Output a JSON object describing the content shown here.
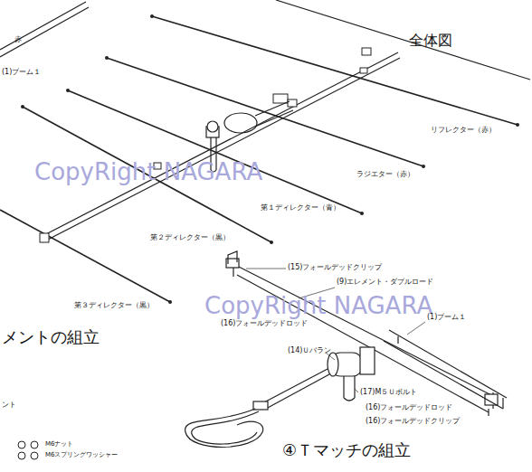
{
  "diagram": {
    "labels": [
      "赤",
      "(1)ブーム１",
      "全体図",
      "リフレクター（赤）",
      "CopyRight NAGARA",
      "ラジエター（赤）",
      "第１ディレクター（青）",
      "第２ディレクター（黒）",
      "第３ディレクター（黒）",
      "メントの組立",
      "(15)フォールデッドクリップ",
      "CopyRight NAGARA",
      "(9)エレメント・ダブルロード",
      "(16)フォールデッドロッド",
      "(1)ブーム１",
      "(14)Ｕバラン",
      "(17)M５Ｕボルト",
      "(16)フォールデッドロッド",
      "(16)フォールデッドクリップ",
      "④Ｔマッチの組立",
      "ント",
      "M6ナット",
      "M6スプリングワッシャー"
    ]
  }
}
